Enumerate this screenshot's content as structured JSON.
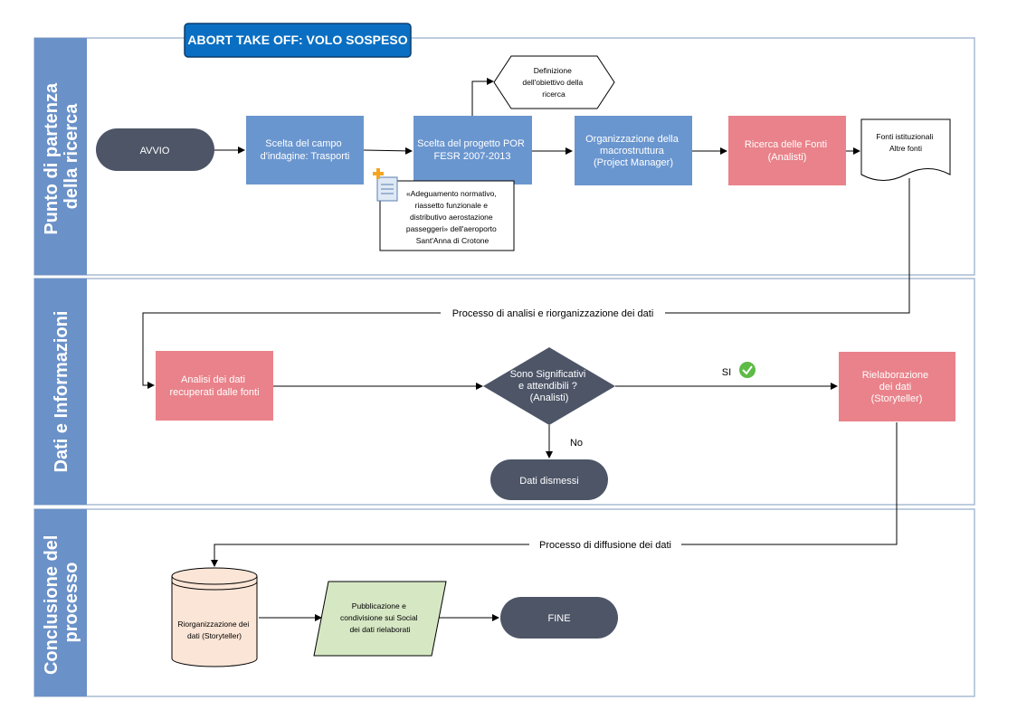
{
  "title": "ABORT TAKE OFF: VOLO SOSPESO",
  "lanes": [
    {
      "l1": "Punto di partenza",
      "l2": "della ricerca"
    },
    {
      "l1": "Dati e Informazioni",
      "l2": ""
    },
    {
      "l1": "Conclusione del",
      "l2": "processo"
    }
  ],
  "nodes": {
    "avvio": "AVVIO",
    "campo": [
      "Scelta del campo",
      "d'indagine: Trasporti"
    ],
    "progetto": [
      "Scelta del progetto POR",
      "FESR 2007-2013"
    ],
    "obiettivo": [
      "Definizione",
      "dell'obiettivo della",
      "ricerca"
    ],
    "note": [
      "«Adeguamento normativo,",
      "riassetto funzionale e",
      "distributivo aerostazione",
      "passeggeri» dell'aeroporto",
      "Sant'Anna di Crotone"
    ],
    "organizzazione": [
      "Organizzazione della",
      "macrostruttura",
      "(Project Manager)"
    ],
    "ricerca": [
      "Ricerca delle Fonti",
      "(Analisti)"
    ],
    "fonti": [
      "Fonti istituzionali",
      "Altre fonti"
    ],
    "analisi": [
      "Analisi dei dati",
      "recuperati dalle fonti"
    ],
    "decisione": [
      "Sono Significativi",
      "e attendibili ?",
      "(Analisti)"
    ],
    "rielaborazione": [
      "Rielaborazione",
      "dei dati",
      "(Storyteller)"
    ],
    "dismessi": "Dati dismessi",
    "riorganizzazione": [
      "Riorganizzazione dei",
      "dati (Storyteller)"
    ],
    "pubblicazione": [
      "Pubblicazione e",
      "condivisione sui Social",
      "dei dati rielaborati"
    ],
    "fine": "FINE"
  },
  "edge_labels": {
    "processo_analisi": "Processo di analisi e riorganizzazione dei dati",
    "si": "SI",
    "no": "No",
    "processo_diffusione": "Processo di diffusione dei dati"
  },
  "colors": {
    "lane_header": "#6a91c8",
    "lane_border": "#a9bcd3",
    "blue_box": "#6a96cf",
    "red_box": "#e9828a",
    "dark_node": "#4d5567",
    "title_box": "#0a6fc2",
    "publish_box": "#d6e7c4",
    "db_fill": "#fbe5d6",
    "db_stroke": "#000000",
    "check_green": "#5dbb46",
    "note_icon": "#f4a623"
  }
}
